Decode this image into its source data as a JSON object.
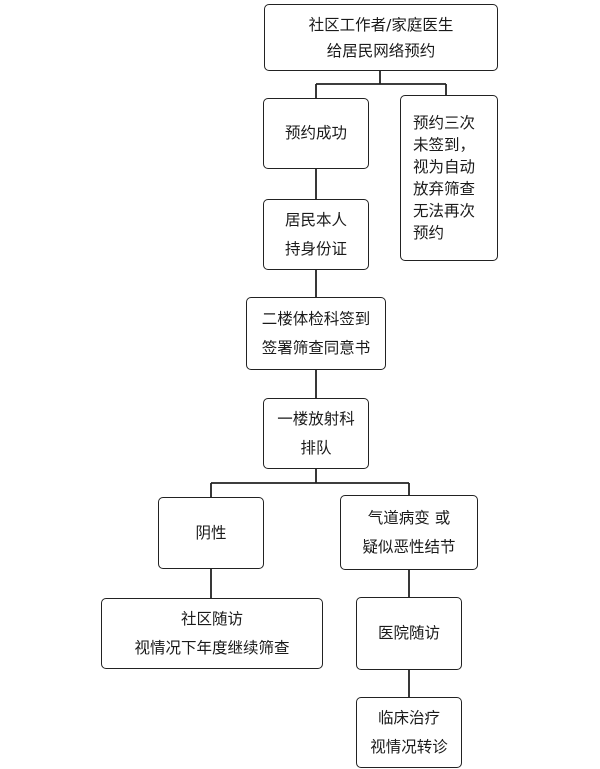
{
  "flowchart": {
    "top": {
      "line1": "社区工作者/家庭医生",
      "line2": "给居民网络预约"
    },
    "success": {
      "line1": "预约成功"
    },
    "noshow": {
      "line1": "预约三次",
      "line2": "未签到，",
      "line3": "视为自动",
      "line4": "放弃筛查",
      "line5": "无法再次",
      "line6": "预约"
    },
    "resident": {
      "line1": "居民本人",
      "line2": "持身份证"
    },
    "checkin": {
      "line1": "二楼体检科签到",
      "line2": "签署筛查同意书"
    },
    "radiology": {
      "line1": "一楼放射科",
      "line2": "排队"
    },
    "negative": {
      "line1": "阴性"
    },
    "abnormal": {
      "line1": "气道病变 或",
      "line2": "疑似恶性结节"
    },
    "community": {
      "line1": "社区随访",
      "line2": "视情况下年度继续筛查"
    },
    "hospital": {
      "line1": "医院随访"
    },
    "clinical": {
      "line1": "临床治疗",
      "line2": "视情况转诊"
    }
  }
}
